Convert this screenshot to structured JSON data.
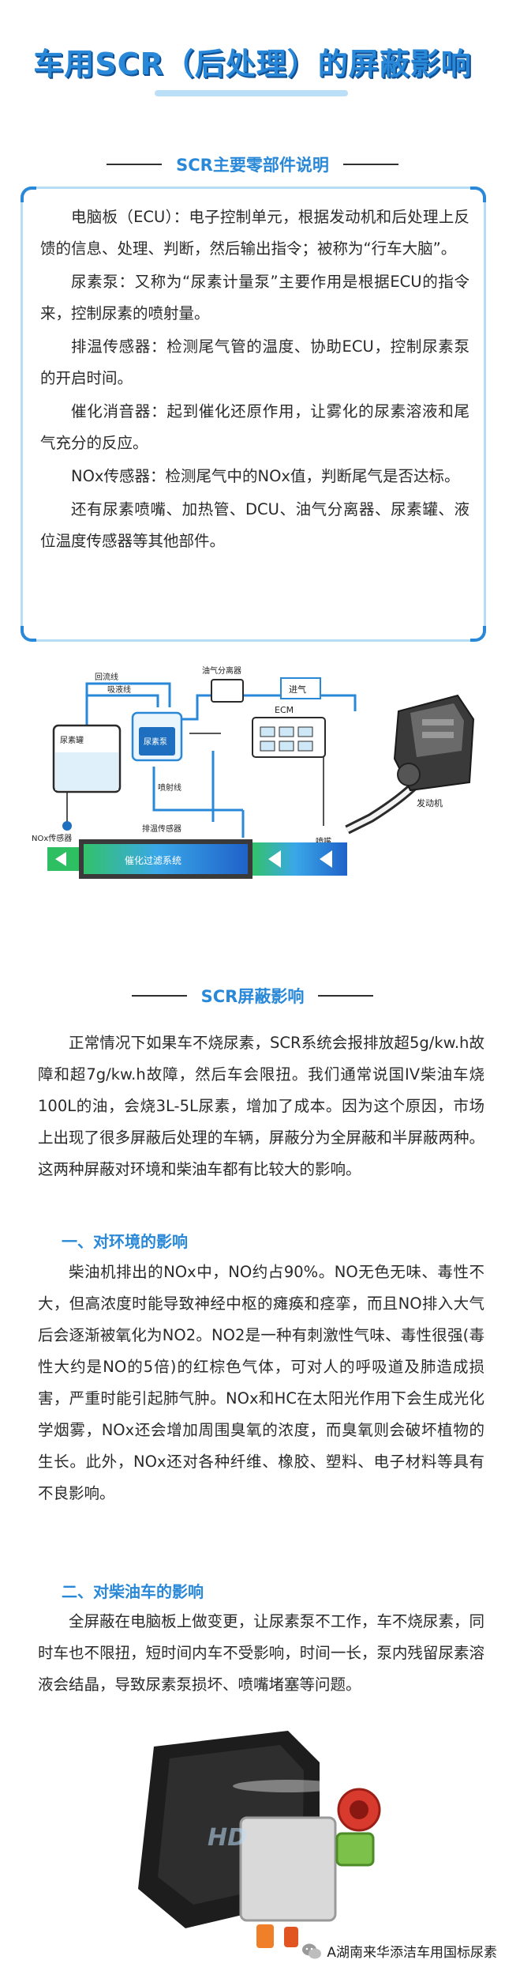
{
  "page": {
    "title": "车用SCR（后处理）的屏蔽影响"
  },
  "section1": {
    "heading": "SCR主要零部件说明",
    "paragraphs": [
      "电脑板（ECU）：电子控制单元，根据发动机和后处理上反馈的信息、处理、判断，然后输出指令；被称为“行车大脑”。",
      "尿素泵：又称为“尿素计量泵”主要作用是根据ECU的指令来，控制尿素的喷射量。",
      "排温传感器：检测尾气管的温度、协助ECU，控制尿素泵的开启时间。",
      "催化消音器：起到催化还原作用，让雾化的尿素溶液和尾气充分的反应。",
      "NOx传感器：检测尾气中的NOx值，判断尾气是否达标。",
      "还有尿素喷嘴、加热管、DCU、油气分离器、尿素罐、液位温度传感器等其他部件。"
    ]
  },
  "diagram": {
    "labels": {
      "oil_gas_separator": "油气分离器",
      "intake": "进气",
      "return_line": "回流线",
      "suction_line": "吸液线",
      "urea_tank": "尿素罐",
      "urea_pump": "尿素泵",
      "ecm": "ECM",
      "injection_line": "喷射线",
      "engine": "发动机",
      "nox_sensor": "NOx传感器",
      "exhaust_temp_sensor": "排温传感器",
      "nozzle": "喷嘴",
      "catalytic_system": "催化过滤系统"
    }
  },
  "section2": {
    "heading": "SCR屏蔽影响",
    "intro": "正常情况下如果车不烧尿素，SCR系统会报排放超5g/kw.h故障和超7g/kw.h故障，然后车会限扭。我们通常说国IV柴油车烧100L的油，会烧3L-5L尿素，增加了成本。因为这个原因，市场上出现了很多屏蔽后处理的车辆，屏蔽分为全屏蔽和半屏蔽两种。这两种屏蔽对环境和柴油车都有比较大的影响。",
    "sub1_title": "一、对环境的影响",
    "sub1_text": "柴油机排出的NOx中，NO约占90%。NO无色无味、毒性不大，但高浓度时能导致神经中枢的瘫痪和痉挛，而且NO排入大气后会逐渐被氧化为NO2。NO2是一种有刺激性气味、毒性很强(毒性大约是NO的5倍)的红棕色气体，可对人的呼吸道及肺造成损害，严重时能引起肺气肿。NOx和HC在太阳光作用下会生成光化学烟雾，NOx还会增加周围臭氧的浓度，而臭氧则会破坏植物的生长。此外，NOx还对各种纤维、橡胶、塑料、电子材料等具有不良影响。",
    "sub2_title": "二、对柴油车的影响",
    "sub2_text": "全屏蔽在电脑板上做变更，让尿素泵不工作，车不烧尿素，同时车也不限扭，短时间内车不受影响，时间一长，泵内残留尿素溶液会结晶，导致尿素泵损坏、喷嘴堵塞等问题。"
  },
  "product_logo": "HD",
  "watermark": "A湖南来华添洁车用国标尿素"
}
